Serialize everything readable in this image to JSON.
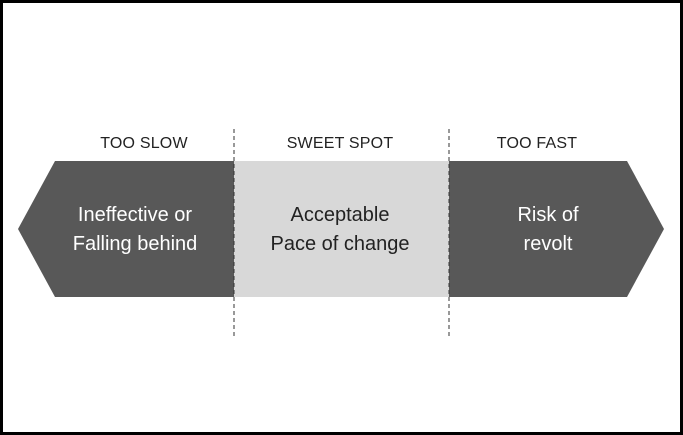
{
  "columns": [
    {
      "label": "TOO SLOW",
      "text_lines": [
        "Ineffective or",
        "Falling behind"
      ],
      "fill": "#585858",
      "text_color": "#ffffff"
    },
    {
      "label": "SWEET SPOT",
      "text_lines": [
        "Acceptable",
        "Pace of change"
      ],
      "fill": "#d8d8d8",
      "text_color": "#222222"
    },
    {
      "label": "TOO FAST",
      "text_lines": [
        "Risk of",
        "revolt"
      ],
      "fill": "#585858",
      "text_color": "#ffffff"
    }
  ],
  "border_color": "#000000",
  "divider_style": "dashed"
}
